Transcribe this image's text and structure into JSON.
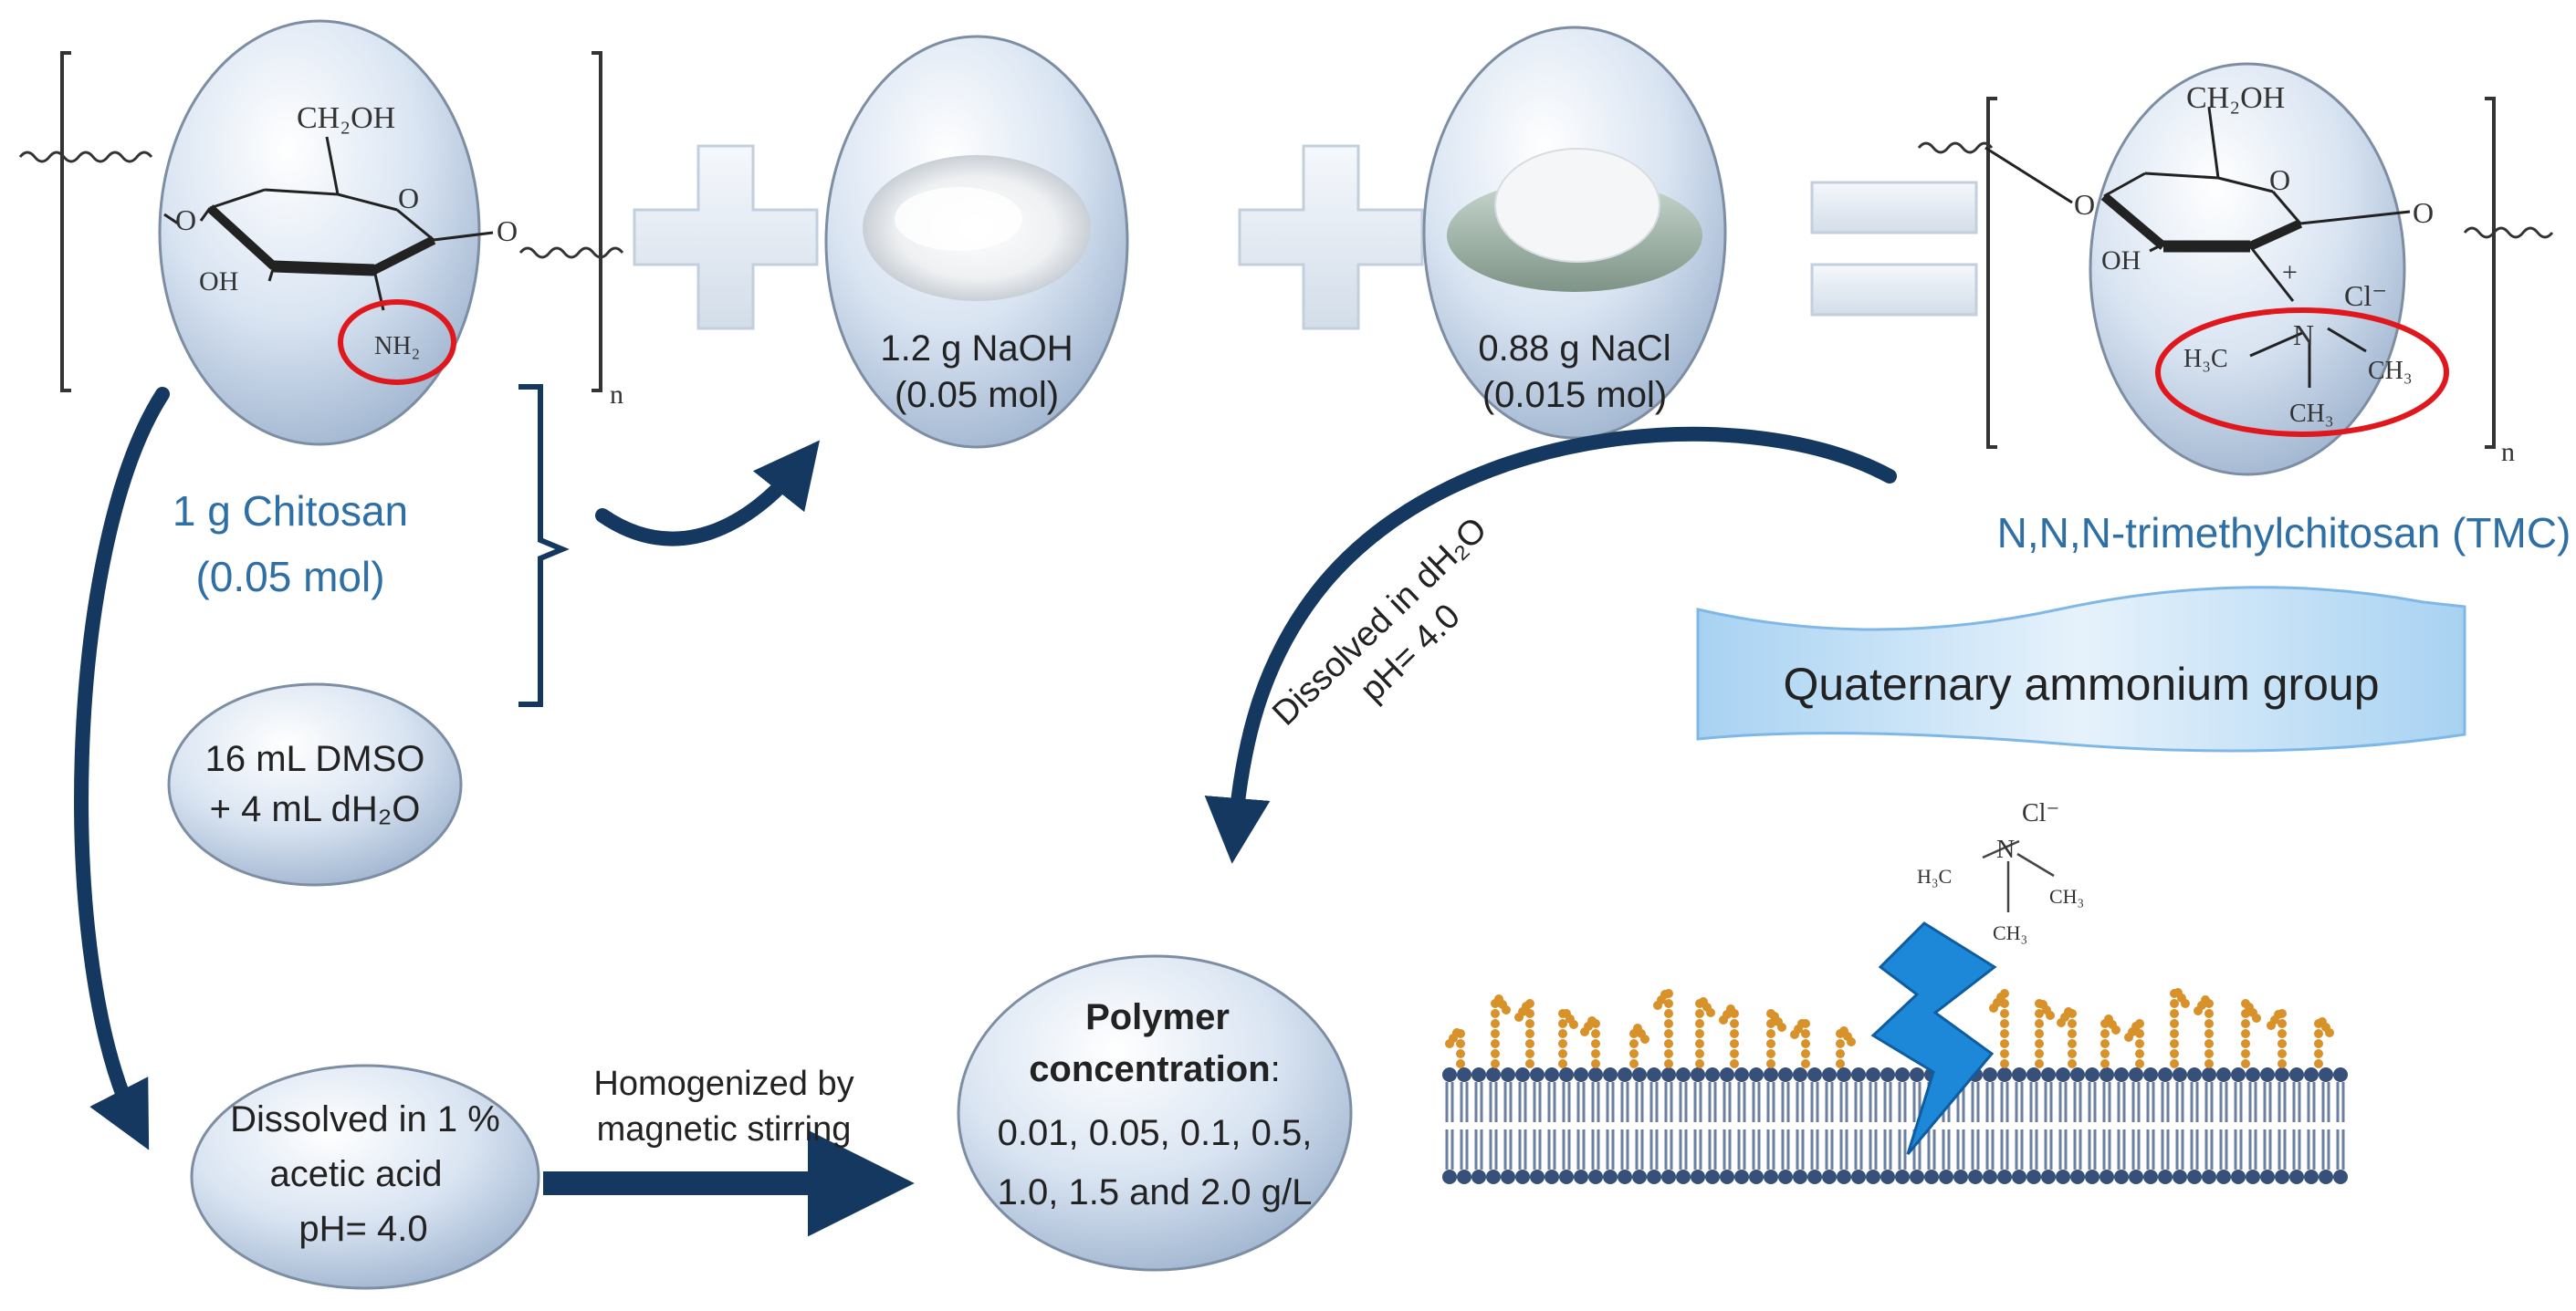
{
  "chitosan": {
    "ch2oh": "CH₂OH",
    "ring_o": "O",
    "link_o_left": "O",
    "link_o_right": "O",
    "oh": "OH",
    "nh2": "NH₂",
    "repeat_n": "n",
    "name": "1 g Chitosan",
    "amount": "(0.05 mol)"
  },
  "solvent": {
    "line1": "16 mL DMSO",
    "line2": "+ 4 mL dH₂O"
  },
  "naoh": {
    "line1": "1.2 g NaOH",
    "line2": "(0.05 mol)"
  },
  "nacl": {
    "line1": "0.88 g NaCl",
    "line2": "(0.015 mol)"
  },
  "tmc": {
    "ch2oh": "CH₂OH",
    "ring_o": "O",
    "link_o_left": "O",
    "link_o_right": "O",
    "oh": "OH",
    "plus": "+",
    "cl": "Cl⁻",
    "n": "N",
    "ch3_left": "H₃C",
    "ch3_right": "CH₃",
    "ch3_bottom": "CH₃",
    "repeat_n": "n",
    "name": "N,N,N-trimethylchitosan (TMC)"
  },
  "quaternary_label": "Quaternary  ammonium group",
  "arrow_dissolved": {
    "line1": "Dissolved in dH₂O",
    "line2": "pH= 4.0"
  },
  "acetic": {
    "line1": "Dissolved in 1 %",
    "line2": "acetic acid",
    "line3": "pH= 4.0"
  },
  "homogenized": {
    "line1": "Homogenized by",
    "line2": "magnetic stirring"
  },
  "polymer": {
    "title1": "Polymer",
    "title2": "concentration",
    "colon": ":",
    "line1": "0.01, 0.05, 0.1, 0.5,",
    "line2": "1.0, 1.5 and 2.0 g/L"
  },
  "membrane": {
    "cl": "Cl⁻",
    "n": "N",
    "ch3_left": "H₃C",
    "ch3_right": "CH₃",
    "ch3_bottom": "CH₃"
  },
  "colors": {
    "navy_arrow": "#14385f",
    "label_blue": "#2e6fa6",
    "ring_red": "#e0171c",
    "bilayer_head": "#37507a",
    "glycan_orange": "#d9912a",
    "bolt_blue": "#1e88d8"
  }
}
